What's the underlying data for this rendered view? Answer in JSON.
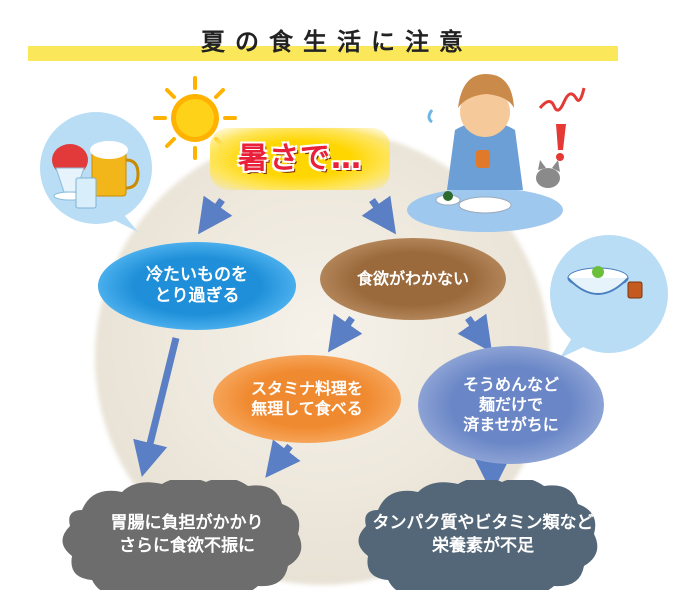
{
  "title": "夏の食生活に注意",
  "nodes": {
    "heat": "暑さで…",
    "cold": "冷たいものを\nとり過ぎる",
    "appetite": "食欲がわかない",
    "stamina": "スタミナ料理を\n無理して食べる",
    "noodles": "そうめんなど\n麺だけで\n済ませがちに",
    "stomach": "胃腸に負担がかかり\nさらに食欲不振に",
    "nutrition": "タンパク質やビタミン類など\n栄養素が不足"
  },
  "colors": {
    "title_bar": "#fbe85a",
    "heat": "#ffd600",
    "cold": "#1e8fd8",
    "appetite": "#9a6a3c",
    "stamina": "#f08a30",
    "noodles": "#6a86c6",
    "cloud_left": "#6d6d6d",
    "cloud_right": "#546778",
    "arrow": "#5b7fc4"
  },
  "icons": {
    "sun": "sun-icon",
    "drinks": "shaved-ice-and-beer-icon",
    "person": "tired-person-icon",
    "bowl": "cold-noodle-bowl-icon",
    "cat": "cat-icon",
    "exclamation": "exclamation-icon",
    "spring": "spring-icon"
  }
}
